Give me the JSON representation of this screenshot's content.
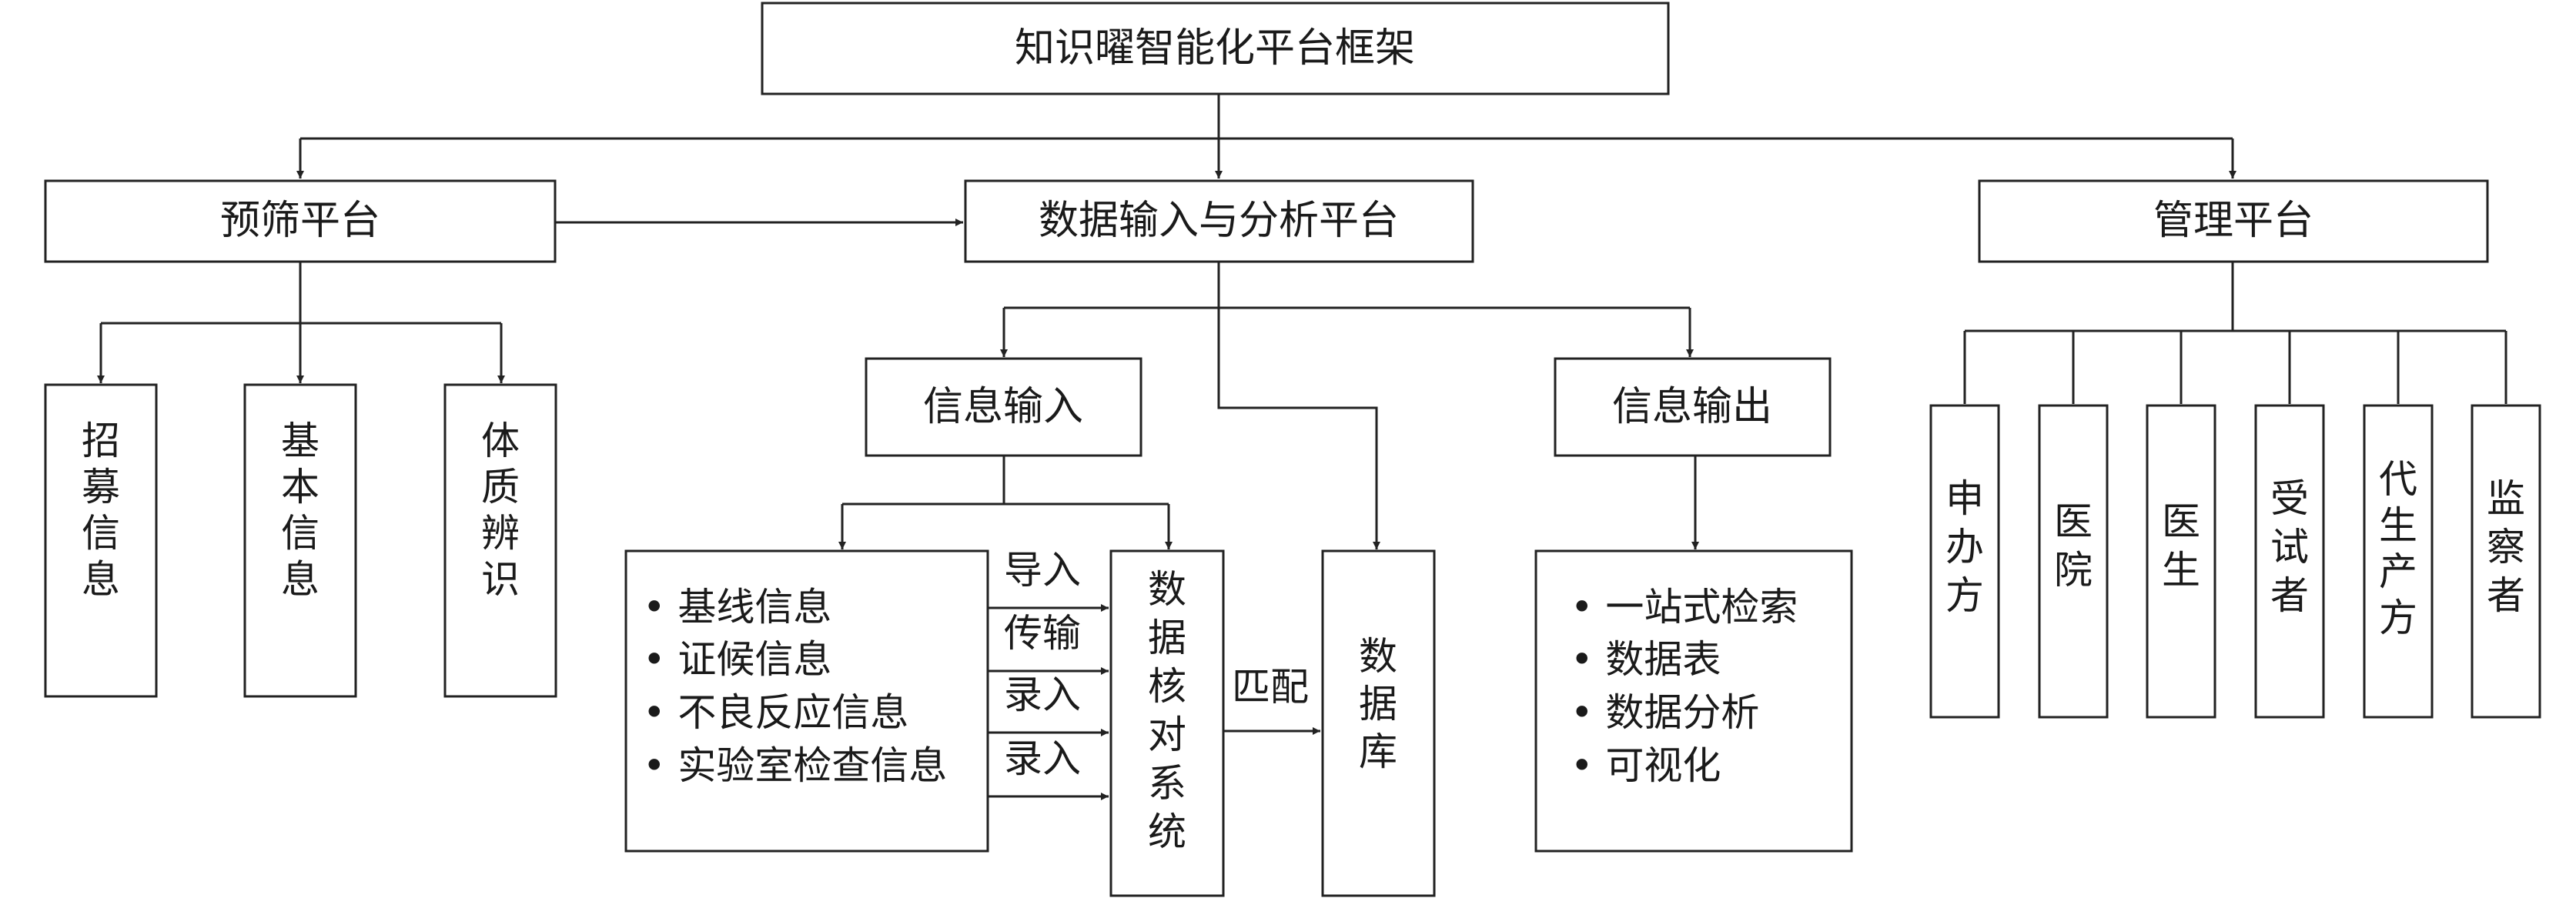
{
  "root": {
    "title": "知识曜智能化平台框架"
  },
  "platforms": {
    "screening": {
      "title": "预筛平台",
      "items": [
        {
          "label": "招募信息",
          "chars": [
            "招",
            "募",
            "信",
            "息"
          ]
        },
        {
          "label": "基本信息",
          "chars": [
            "基",
            "本",
            "信",
            "息"
          ]
        },
        {
          "label": "体质辨识",
          "chars": [
            "体",
            "质",
            "辨",
            "识"
          ]
        }
      ]
    },
    "data": {
      "title": "数据输入与分析平台",
      "input": {
        "title": "信息输入",
        "list": [
          "• 基线信息",
          "• 证候信息",
          "• 不良反应信息",
          "• 实验室检查信息"
        ],
        "arrows": [
          "导入",
          "传输",
          "录入",
          "录入"
        ]
      },
      "checker": {
        "label": "数据核对系统",
        "chars": [
          "数",
          "据",
          "核",
          "对",
          "系",
          "统"
        ]
      },
      "match_label": "匹配",
      "database": {
        "label": "数据库",
        "chars": [
          "数",
          "据",
          "库"
        ]
      },
      "output": {
        "title": "信息输出",
        "list": [
          "• 一站式检索",
          "• 数据表",
          "• 数据分析",
          "• 可视化"
        ]
      }
    },
    "management": {
      "title": "管理平台",
      "roles": [
        {
          "label": "申办方",
          "chars": [
            "申",
            "办",
            "方"
          ]
        },
        {
          "label": "医院",
          "chars": [
            "医",
            "院"
          ]
        },
        {
          "label": "医生",
          "chars": [
            "医",
            "生"
          ]
        },
        {
          "label": "受试者",
          "chars": [
            "受",
            "试",
            "者"
          ]
        },
        {
          "label": "代生产方",
          "chars": [
            "代",
            "生",
            "产",
            "方"
          ]
        },
        {
          "label": "监察者",
          "chars": [
            "监",
            "察",
            "者"
          ]
        }
      ]
    }
  }
}
